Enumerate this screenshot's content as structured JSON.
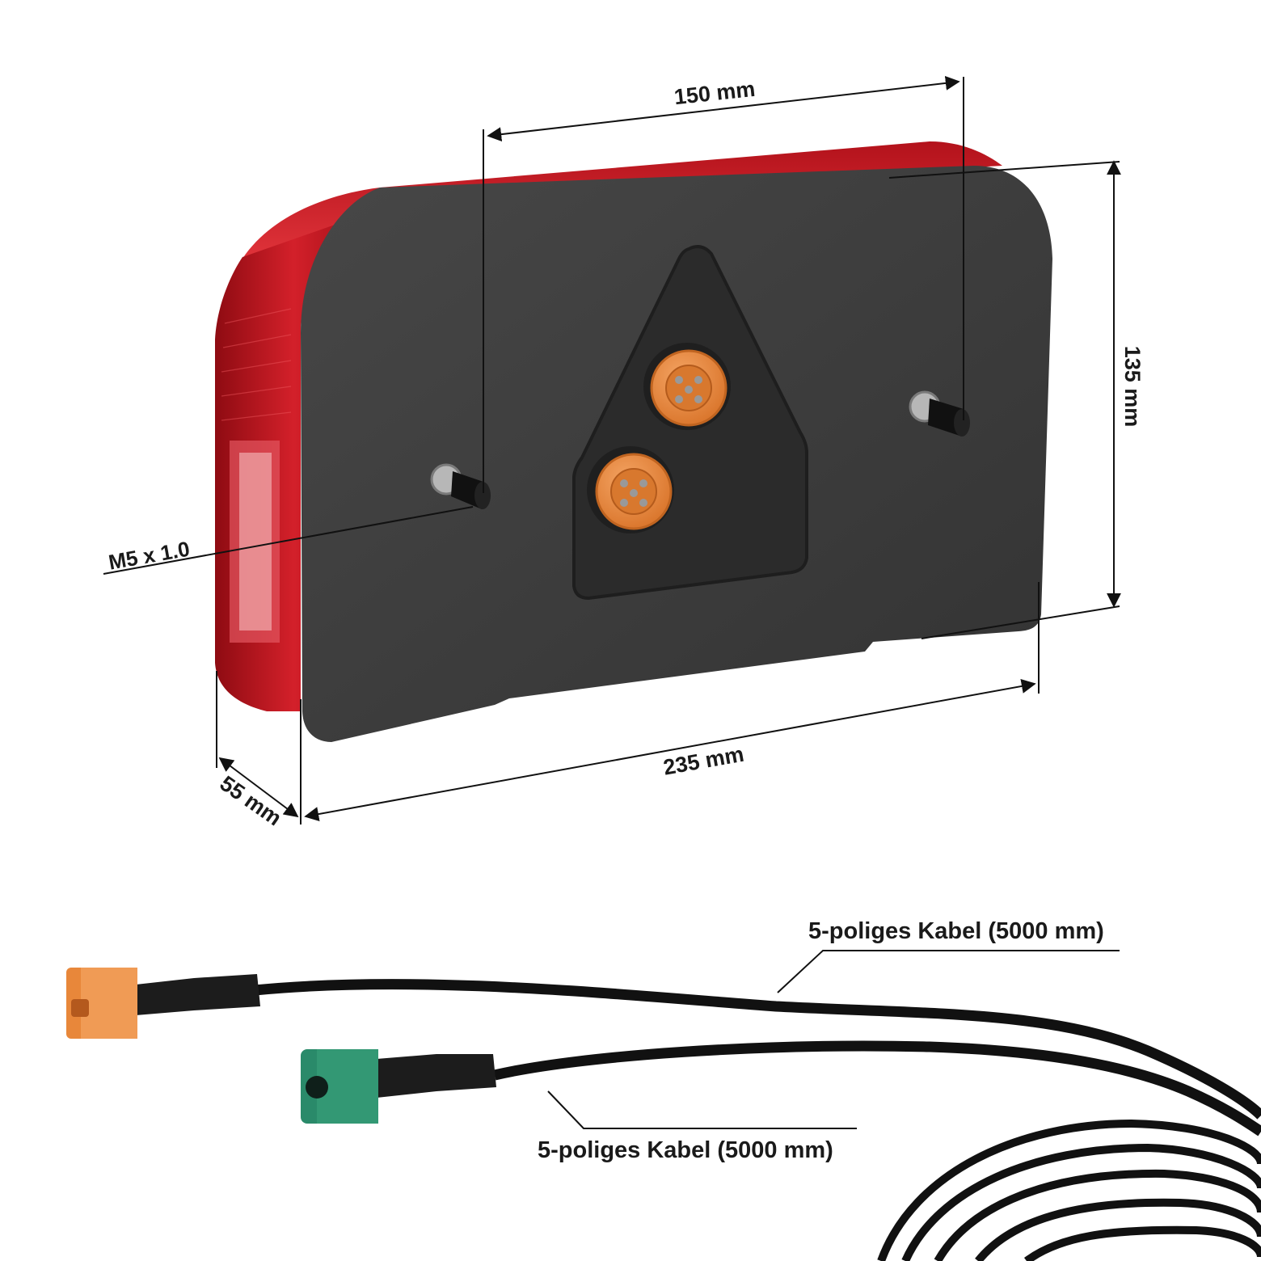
{
  "dimensions": {
    "width_top": "150 mm",
    "height_right": "135 mm",
    "length_bottom": "235 mm",
    "depth": "55 mm",
    "bolt_thread": "M5 x 1.0"
  },
  "cables": {
    "upper_label": "5-poliges Kabel (5000 mm)",
    "lower_label": "5-poliges Kabel (5000 mm)"
  },
  "colors": {
    "lens_red": "#c8141e",
    "housing": "#3d3d3d",
    "connector_orange": "#e8873a",
    "connector_green": "#2a8a6a",
    "cable": "#111111"
  }
}
